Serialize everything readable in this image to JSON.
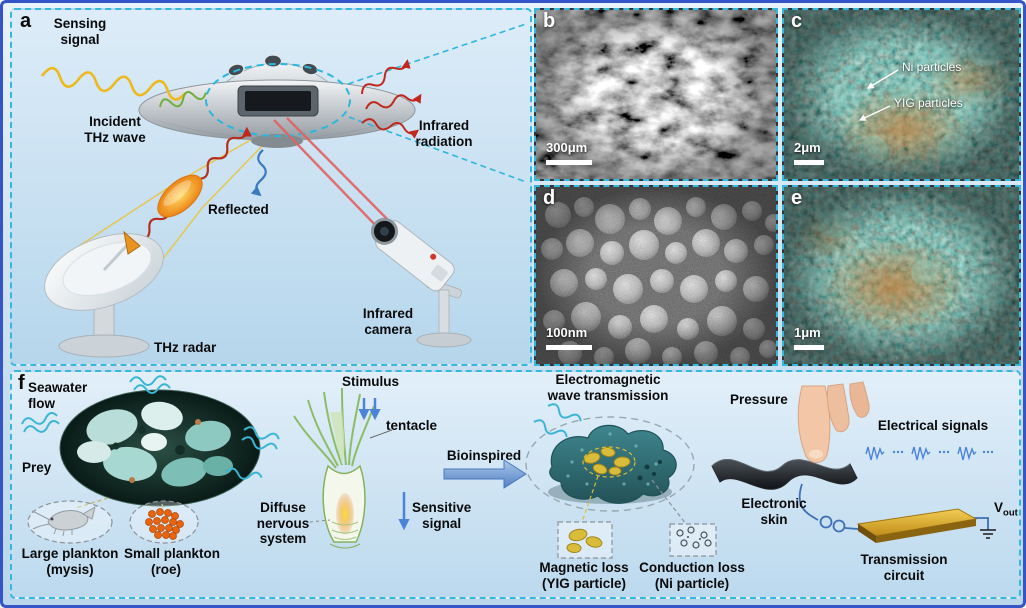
{
  "panels": {
    "a": {
      "label": "a",
      "sensing_signal": [
        "Sensing",
        "signal"
      ],
      "incident_thz_wave": [
        "Incident",
        "THz wave"
      ],
      "reflected": "Reflected",
      "infrared_radiation": [
        "Infrared",
        "radiation"
      ],
      "thz_radar": "THz radar",
      "infrared_camera": [
        "Infrared",
        "camera"
      ]
    },
    "b": {
      "label": "b",
      "scale_bar": "300μm"
    },
    "c": {
      "label": "c",
      "scale_bar": "2μm",
      "ni_particles": "Ni particles",
      "yig_particles": "YIG particles"
    },
    "d": {
      "label": "d",
      "scale_bar": "100nm"
    },
    "e": {
      "label": "e",
      "scale_bar": "1μm"
    },
    "f": {
      "label": "f",
      "seawater_flow": [
        "Seawater",
        "flow"
      ],
      "prey": "Prey",
      "large_plankton": [
        "Large plankton",
        "(mysis)"
      ],
      "small_plankton": [
        "Small plankton",
        "(roe)"
      ],
      "stimulus": "Stimulus",
      "tentacle": "tentacle",
      "diffuse_nervous_system": [
        "Diffuse",
        "nervous",
        "system"
      ],
      "sensitive_signal": [
        "Sensitive",
        "signal"
      ],
      "bioinspired": "Bioinspired",
      "electromagnetic_wave": [
        "Electromagnetic",
        "wave transmission"
      ],
      "pressure": "Pressure",
      "electronic_skin": [
        "Electronic",
        "skin"
      ],
      "magnetic_loss": [
        "Magnetic loss",
        "(YIG particle)"
      ],
      "conduction_loss": [
        "Conduction loss",
        "(Ni particle)"
      ],
      "electrical_signals": "Electrical signals",
      "transmission_circuit": [
        "Transmission",
        "circuit"
      ],
      "v_out_base": "V",
      "v_out_sub": "out"
    }
  },
  "colors": {
    "outer_border_blue": "#3454c8",
    "panel_dash_cyan": "#35b8dc",
    "thz_yellow": "#edb91c",
    "infrared_red": "#c2271d",
    "reflected_blue": "#3a7abf",
    "bio_arrow_blue": "#4b83d8",
    "yig_gold": "#d9bd3a",
    "eskin_teal": "#2f747c",
    "roe_orange": "#e8640f",
    "seawater_cyan": "#3ab5d6"
  }
}
